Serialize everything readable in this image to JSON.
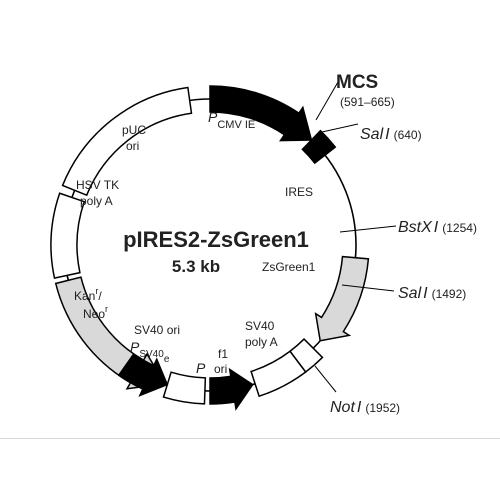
{
  "plasmid": {
    "name": "pIRES2-ZsGreen1",
    "size": "5.3 kb"
  },
  "labels": {
    "mcs": "MCS",
    "mcs_range": "(591–665)",
    "sal_site_1_name": "Sal",
    "sal_site_1_roman": "I",
    "sal_site_1_pos": "(640)",
    "bstx_name": "BstX",
    "bstx_roman": "I",
    "bstx_pos": "(1254)",
    "sal_site_2_name": "Sal",
    "sal_site_2_roman": "I",
    "sal_site_2_pos": "(1492)",
    "not_name": "Not",
    "not_roman": "I",
    "not_pos": "(1952)",
    "pcmv_p": "P",
    "pcmv_sub": "CMV IE",
    "ires": "IRES",
    "zsgreen": "ZsGreen1",
    "sv40_polya_1": "SV40",
    "sv40_polya_2": "poly A",
    "f1_1": "f1",
    "f1_2": "ori",
    "p_label": "P",
    "sv40ori_1": "SV40 ori",
    "psv40_p": "P",
    "psv40_sub": "SV40",
    "psv40_e": "e",
    "kan_1": "Kan",
    "kan_sup": "r",
    "kan_slash": "/",
    "neo_1": "Neo",
    "neo_sup": "r",
    "hsv_1": "HSV TK",
    "hsv_2": "poly A",
    "puc_1": "pUC",
    "puc_2": "ori"
  },
  "colors": {
    "black_feature": "#000000",
    "gray_feature": "#d9d9d9",
    "white_feature": "#ffffff",
    "outline": "#000000"
  }
}
